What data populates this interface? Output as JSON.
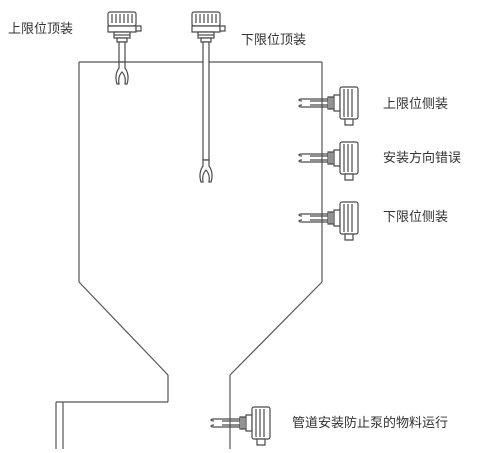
{
  "labels": {
    "top_upper": "上限位顶装",
    "top_lower": "下限位顶装",
    "side_upper": "上限位侧装",
    "side_wrong": "安装方向错误",
    "side_lower": "下限位侧装",
    "pipe": "管道安装防止泵的物料运行"
  },
  "colors": {
    "line": "#555555",
    "device": "#4a4a4a",
    "text": "#333333"
  }
}
